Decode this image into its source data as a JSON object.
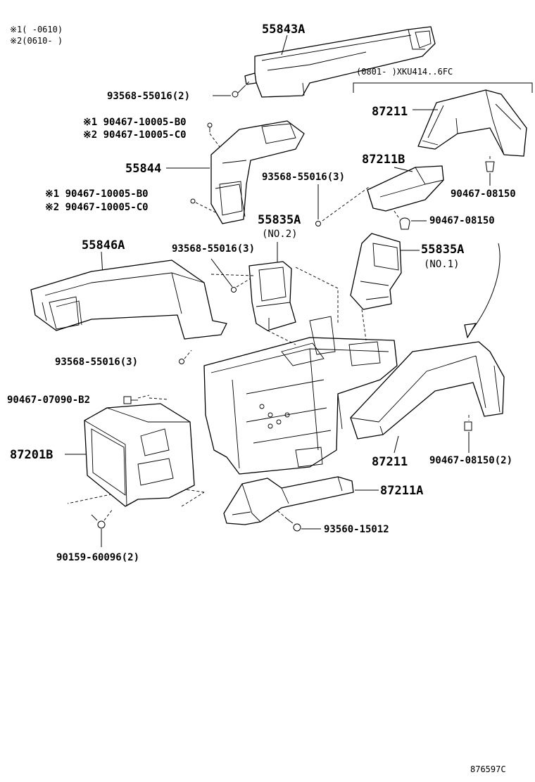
{
  "notes": {
    "note1": "※1(     -0610)",
    "note2": "※2(0610-     )"
  },
  "range_label": "(0801-     )XKU414..6FC",
  "parts": [
    {
      "id": "p55843A",
      "text": "55843A"
    },
    {
      "id": "p93568_55016_2",
      "text": "93568-55016(2)"
    },
    {
      "id": "p87211_top",
      "text": "87211"
    },
    {
      "id": "p90467_10005_B0_a",
      "text": "※1 90467-10005-B0"
    },
    {
      "id": "p90467_10005_C0_a",
      "text": "※2 90467-10005-C0"
    },
    {
      "id": "p87211B",
      "text": "87211B"
    },
    {
      "id": "p55844",
      "text": "55844"
    },
    {
      "id": "p93568_55016_3_a",
      "text": "93568-55016(3)"
    },
    {
      "id": "p90467_08150_a",
      "text": "90467-08150"
    },
    {
      "id": "p90467_10005_B0_b",
      "text": "※1 90467-10005-B0"
    },
    {
      "id": "p90467_10005_C0_b",
      "text": "※2 90467-10005-C0"
    },
    {
      "id": "p90467_08150_b",
      "text": "90467-08150"
    },
    {
      "id": "p55835A_no2",
      "text": "55835A"
    },
    {
      "id": "p55835A_no2_sub",
      "text": "(NO.2)"
    },
    {
      "id": "p55835A_no1",
      "text": "55835A"
    },
    {
      "id": "p55835A_no1_sub",
      "text": "(NO.1)"
    },
    {
      "id": "p55846A",
      "text": "55846A"
    },
    {
      "id": "p93568_55016_3_b",
      "text": "93568-55016(3)"
    },
    {
      "id": "p93568_55016_3_c",
      "text": "93568-55016(3)"
    },
    {
      "id": "p90467_07090_B2",
      "text": "90467-07090-B2"
    },
    {
      "id": "p87201B",
      "text": "87201B"
    },
    {
      "id": "p87211_bottom",
      "text": "87211"
    },
    {
      "id": "p90467_08150_2",
      "text": "90467-08150(2)"
    },
    {
      "id": "p87211A",
      "text": "87211A"
    },
    {
      "id": "p93560_15012",
      "text": "93560-15012"
    },
    {
      "id": "p90159_60096_2",
      "text": "90159-60096(2)"
    }
  ],
  "diagram_code": "876597C"
}
